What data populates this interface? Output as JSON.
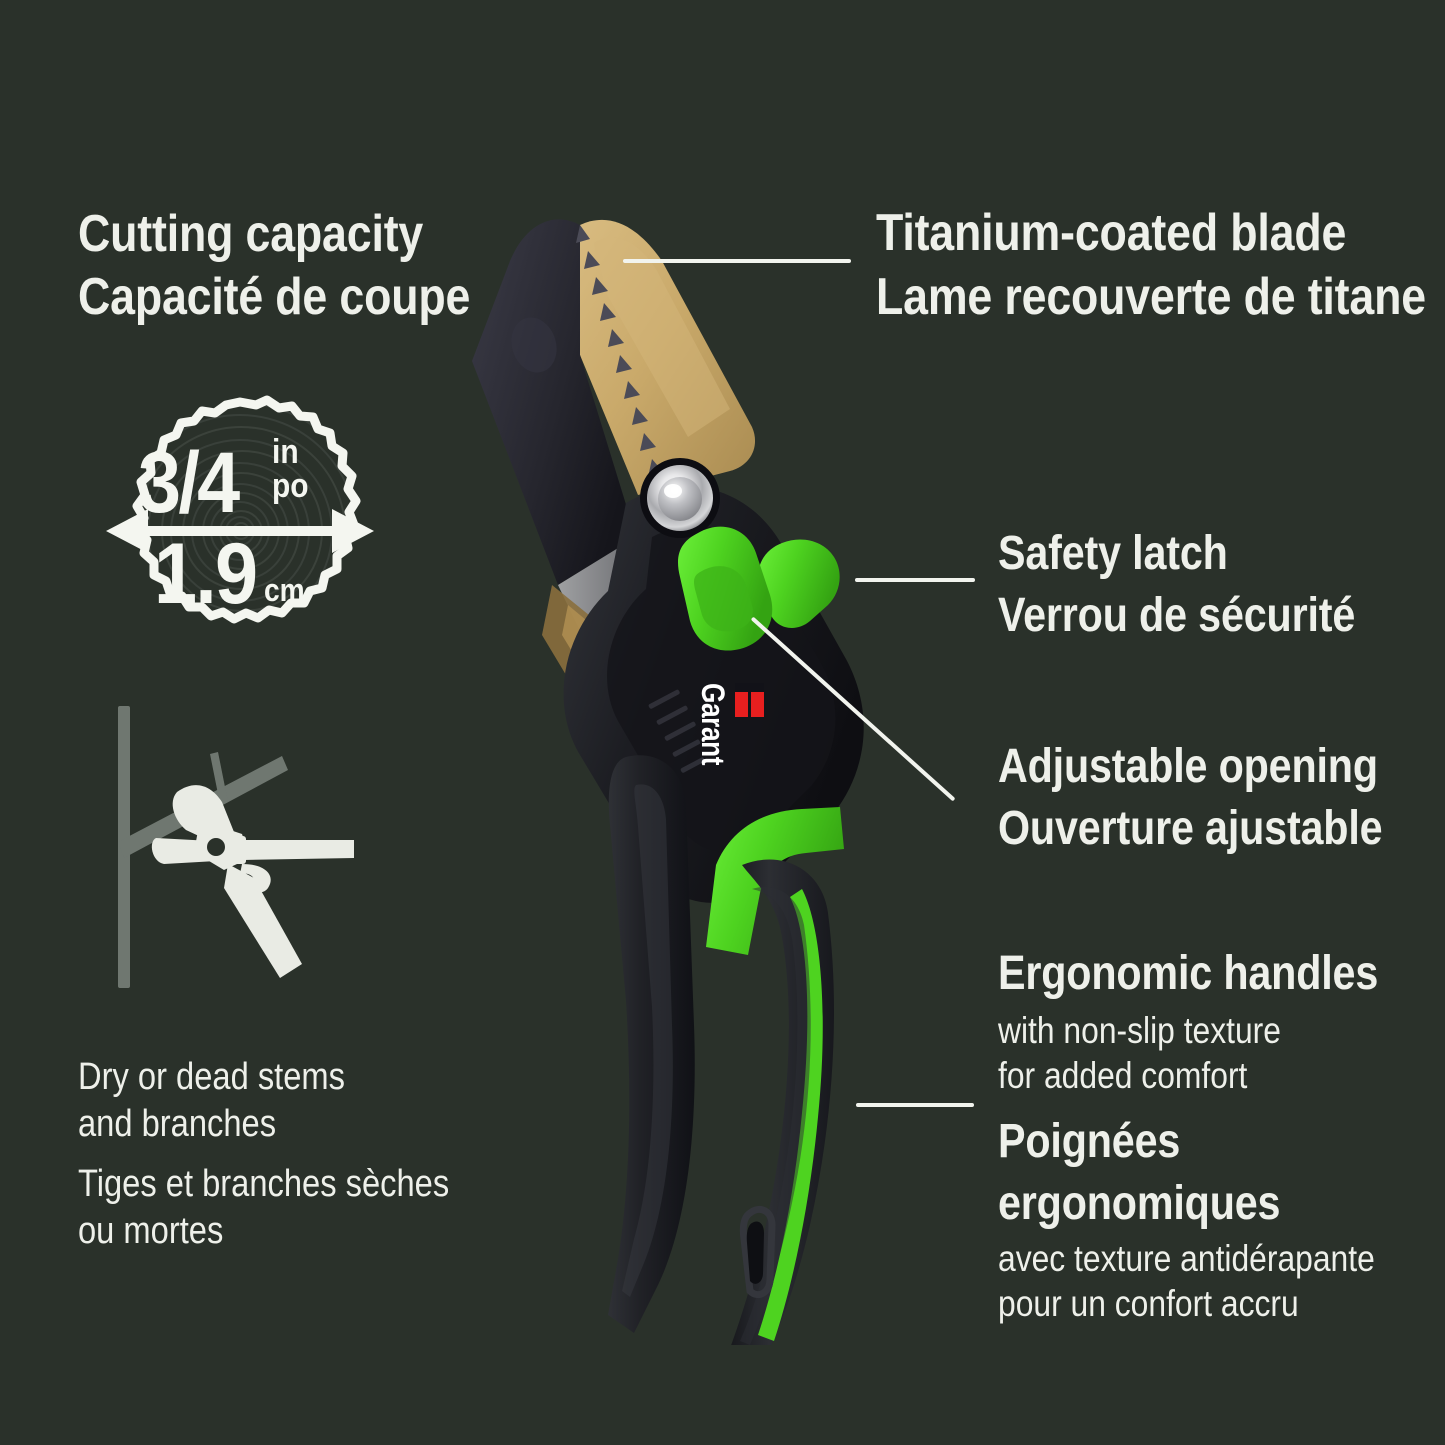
{
  "background_color": "#2a312a",
  "text_color": "#eef0ea",
  "accent_green": "#4ed320",
  "blade_gold": "#c9a96a",
  "brand": {
    "name": "Garant",
    "mark_color": "#e81f1f"
  },
  "capacity_badge": {
    "title_en": "Cutting capacity",
    "title_fr": "Capacité de coupe",
    "imperial_value": "3/4",
    "imperial_unit_en": "in",
    "imperial_unit_fr": "po",
    "metric_value": "1.9",
    "metric_unit": "cm"
  },
  "usage": {
    "icon": "pruner-cutting-branch-icon",
    "line1_en": "Dry or dead stems",
    "line2_en": "and branches",
    "line1_fr": "Tiges et branches sèches",
    "line2_fr": "ou mortes"
  },
  "features": {
    "blade": {
      "title_en": "Titanium-coated blade",
      "title_fr": "Lame recouverte de titane"
    },
    "latch": {
      "title_en": "Safety latch",
      "title_fr": "Verrou de sécurité"
    },
    "opening": {
      "title_en": "Adjustable opening",
      "title_fr": "Ouverture ajustable"
    },
    "handles": {
      "title_en": "Ergonomic handles",
      "sub_en_1": "with non-slip texture",
      "sub_en_2": "for added comfort",
      "title_fr_1": "Poignées",
      "title_fr_2": "ergonomiques",
      "sub_fr_1": "avec texture antidérapante",
      "sub_fr_2": "pour un confort accru"
    }
  }
}
